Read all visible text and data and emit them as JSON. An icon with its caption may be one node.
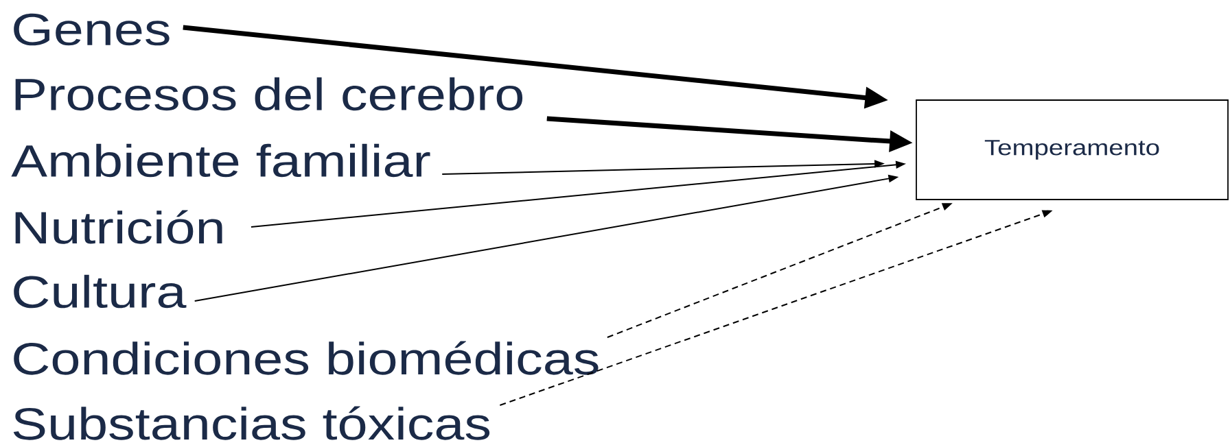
{
  "diagram": {
    "nodes": [
      {
        "text": [
          "Genes"
        ]
      },
      {
        "text": [
          "Procesos del cerebro"
        ]
      },
      {
        "text": [
          "Ambiente familiar"
        ]
      },
      {
        "text": [
          "Nutrición"
        ]
      },
      {
        "text": [
          "Cultura"
        ]
      },
      {
        "text": [
          "Condiciones biomédicas"
        ]
      },
      {
        "text": [
          "Substancias tóxicas"
        ]
      },
      {
        "text": [
          "Temperamento"
        ]
      }
    ],
    "edges": [
      {
        "from": 0,
        "to": 7,
        "arrow": "to",
        "style": "thick"
      },
      {
        "from": 1,
        "to": 7,
        "arrow": "to",
        "style": "thick"
      },
      {
        "from": 2,
        "to": 7,
        "arrow": "to"
      },
      {
        "from": 3,
        "to": 7,
        "arrow": "to"
      },
      {
        "from": 4,
        "to": 7,
        "arrow": "to"
      },
      {
        "from": 5,
        "to": 7,
        "arrow": "to",
        "style": "dashed"
      },
      {
        "from": 6,
        "to": 7,
        "arrow": "to",
        "style": "dashed"
      }
    ]
  }
}
